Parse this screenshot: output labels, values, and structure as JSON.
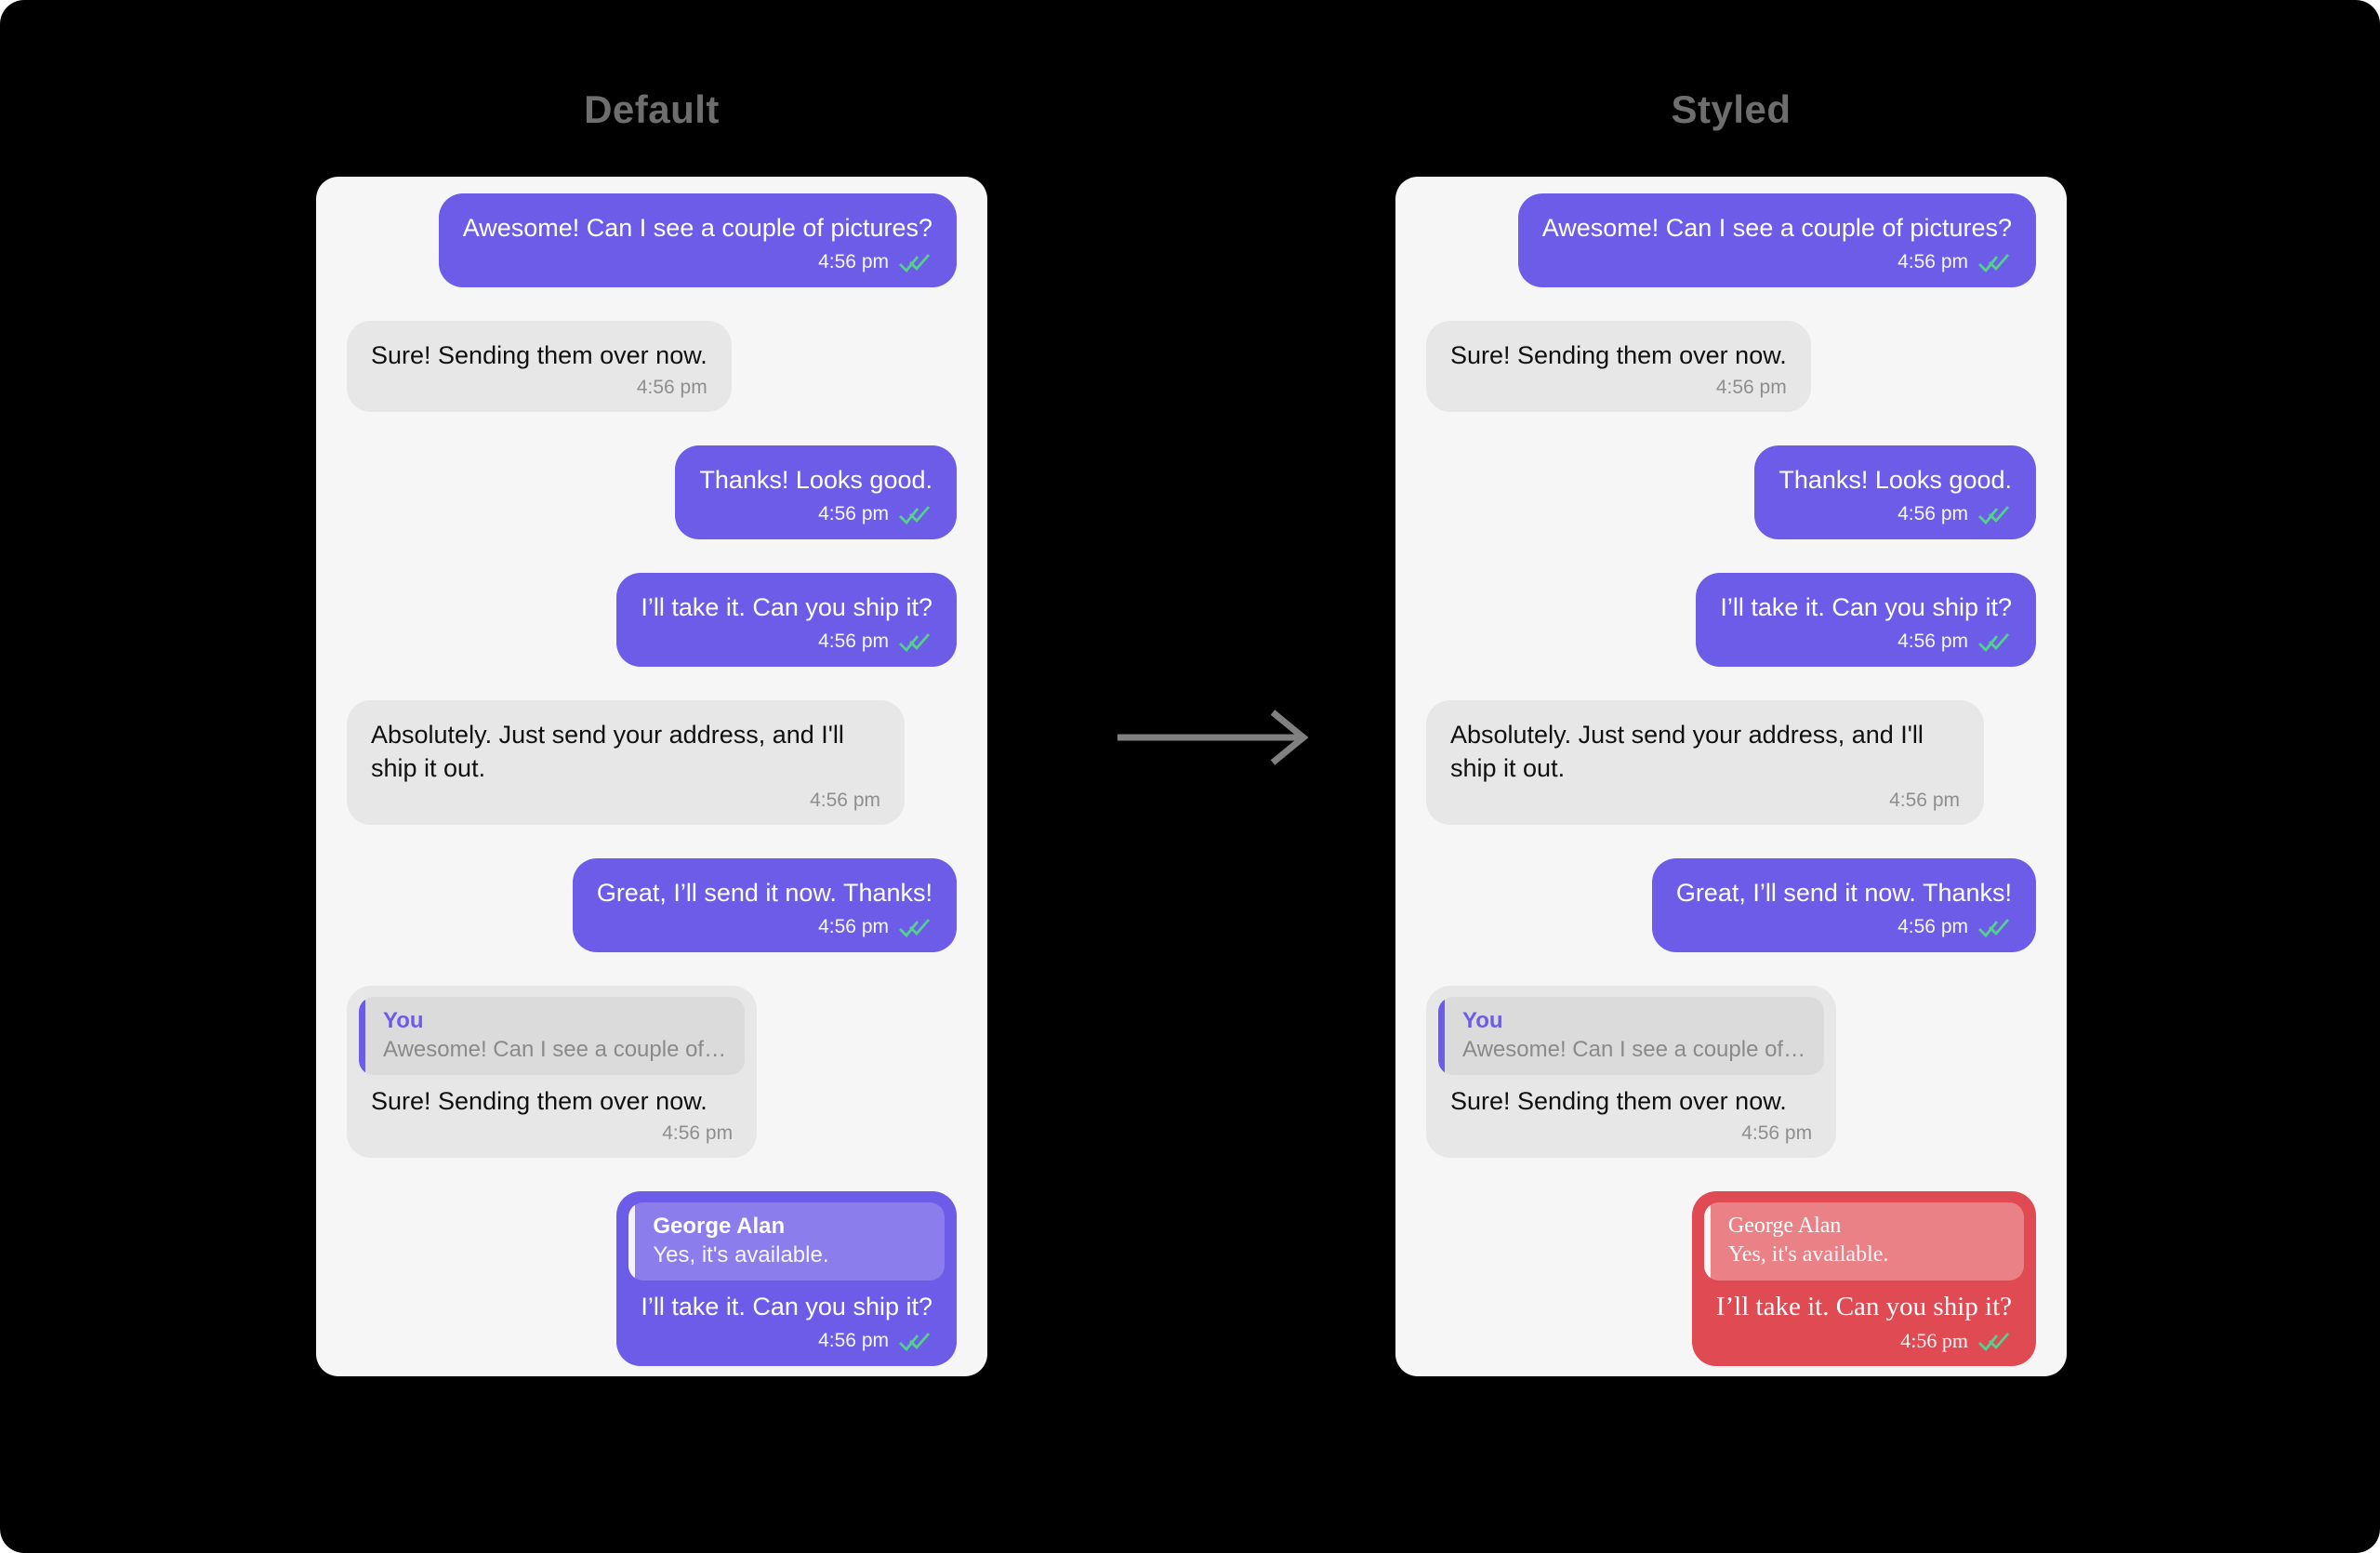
{
  "page": {
    "frame_background": "#000000",
    "outer_background": "#FFFFFF",
    "panel_background": "#F7F6F6"
  },
  "colors": {
    "outgoing_bubble": "#6C5CE7",
    "outgoing_quote": "#8B7DEC",
    "incoming_bubble": "#E8E7E7",
    "incoming_quote": "#DCDBDB",
    "styled_bubble": "#E04A52",
    "styled_quote": "#EA8186",
    "read_receipt_check": "#53D28C",
    "title_text": "#6E6E6E",
    "arrow": "#808080",
    "incoming_time": "#8E8E8E"
  },
  "arrow": {
    "icon": "right-arrow-icon"
  },
  "columns": [
    {
      "title": "Default",
      "messages": [
        {
          "direction": "outgoing",
          "text": "Awesome! Can I see a couple of pictures?",
          "time": "4:56 pm",
          "receipt": true
        },
        {
          "direction": "incoming",
          "text": "Sure! Sending them over now.",
          "time": "4:56 pm",
          "receipt": false
        },
        {
          "direction": "outgoing",
          "text": "Thanks! Looks good.",
          "time": "4:56 pm",
          "receipt": true
        },
        {
          "direction": "outgoing",
          "text": "I’ll take it. Can you ship it?",
          "time": "4:56 pm",
          "receipt": true
        },
        {
          "direction": "incoming",
          "text": "Absolutely. Just send your address, and I'll ship it out.",
          "time": "4:56 pm",
          "receipt": false
        },
        {
          "direction": "outgoing",
          "text": "Great, I’ll send it now. Thanks!",
          "time": "4:56 pm",
          "receipt": true
        },
        {
          "direction": "incoming",
          "reply": {
            "author": "You",
            "preview": "Awesome! Can I see a couple of…"
          },
          "text": "Sure! Sending them over now.",
          "time": "4:56 pm",
          "receipt": false
        },
        {
          "direction": "outgoing",
          "reply": {
            "author": "George Alan",
            "preview": "Yes, it's available."
          },
          "text": "I’ll take it. Can you ship it?",
          "time": "4:56 pm",
          "receipt": true
        }
      ]
    },
    {
      "title": "Styled",
      "messages": [
        {
          "direction": "outgoing",
          "text": "Awesome! Can I see a couple of pictures?",
          "time": "4:56 pm",
          "receipt": true
        },
        {
          "direction": "incoming",
          "text": "Sure! Sending them over now.",
          "time": "4:56 pm",
          "receipt": false
        },
        {
          "direction": "outgoing",
          "text": "Thanks! Looks good.",
          "time": "4:56 pm",
          "receipt": true
        },
        {
          "direction": "outgoing",
          "text": "I’ll take it. Can you ship it?",
          "time": "4:56 pm",
          "receipt": true
        },
        {
          "direction": "incoming",
          "text": "Absolutely. Just send your address, and I'll ship it out.",
          "time": "4:56 pm",
          "receipt": false
        },
        {
          "direction": "outgoing",
          "text": "Great, I’ll send it now. Thanks!",
          "time": "4:56 pm",
          "receipt": true
        },
        {
          "direction": "incoming",
          "reply": {
            "author": "You",
            "preview": "Awesome! Can I see a couple of…"
          },
          "text": "Sure! Sending them over now.",
          "time": "4:56 pm",
          "receipt": false
        },
        {
          "direction": "outgoing",
          "variant": "red-serif",
          "reply": {
            "author": "George Alan",
            "preview": "Yes, it's available."
          },
          "text": "I’ll take it. Can you ship it?",
          "time": "4:56 pm",
          "receipt": true
        }
      ]
    }
  ]
}
